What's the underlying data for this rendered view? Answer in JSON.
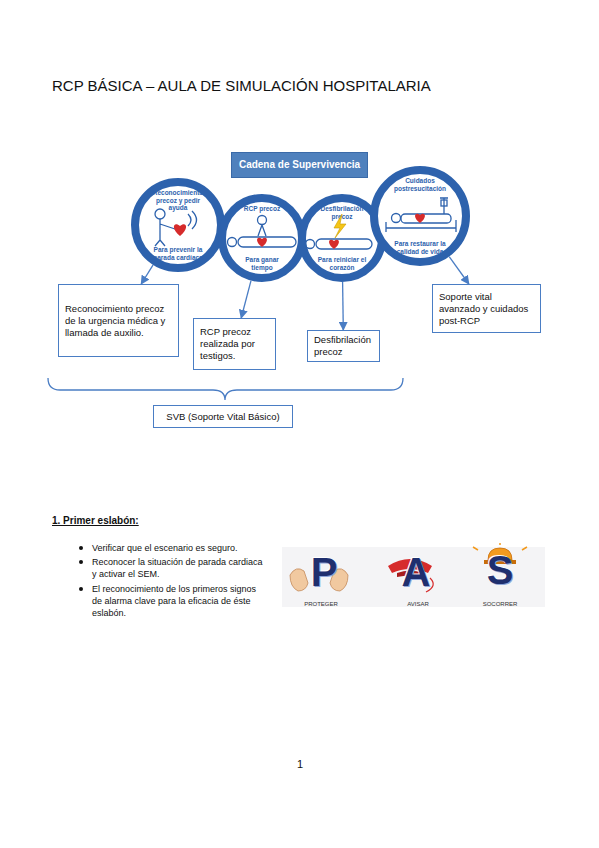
{
  "diagram": {
    "title": "RCP BÁSICA – AULA DE SIMULACIÓN HOSPITALARIA",
    "nodes": [
      {
        "text": [
          "Cadena de Supervivencia"
        ]
      },
      {
        "text": [
          "Reconocimiento precoz y pedir ayuda",
          "Para prevenir la parada cardíaca"
        ]
      },
      {
        "text": [
          "RCP precoz",
          "Para ganar tiempo"
        ]
      },
      {
        "text": [
          "Desfibrilación precoz",
          "Para reiniciar el corazón"
        ]
      },
      {
        "text": [
          "Cuidados postresucitación",
          "Para restaurar la calidad de vida"
        ]
      },
      {
        "text": [
          "Reconocimiento precoz de la urgencia médica y llamada de auxilio."
        ]
      },
      {
        "text": [
          "RCP precoz realizada por testigos."
        ]
      },
      {
        "text": [
          "Desfibrilación precoz"
        ]
      },
      {
        "text": [
          "Soporte vital avanzado y cuidados post-RCP"
        ]
      },
      {
        "text": [
          "SVB (Soporte Vital Básico)"
        ]
      }
    ],
    "edges": [
      {
        "from": 1,
        "to": 5,
        "arrow": "to"
      },
      {
        "from": 2,
        "to": 6,
        "arrow": "to"
      },
      {
        "from": 3,
        "to": 7,
        "arrow": "to"
      },
      {
        "from": 4,
        "to": 8,
        "arrow": "to"
      }
    ],
    "labels": [
      "1. Primer eslabón:",
      "Verificar que el escenario es seguro.",
      "Reconocer la situación de parada cardiaca y activar el SEM.",
      "El reconocimiento de los primeros signos de alarma clave para la eficacia de éste eslabón.",
      "P",
      "A",
      "S",
      "PROTEGER",
      "AVISAR",
      "SOCORRER",
      "1"
    ]
  }
}
